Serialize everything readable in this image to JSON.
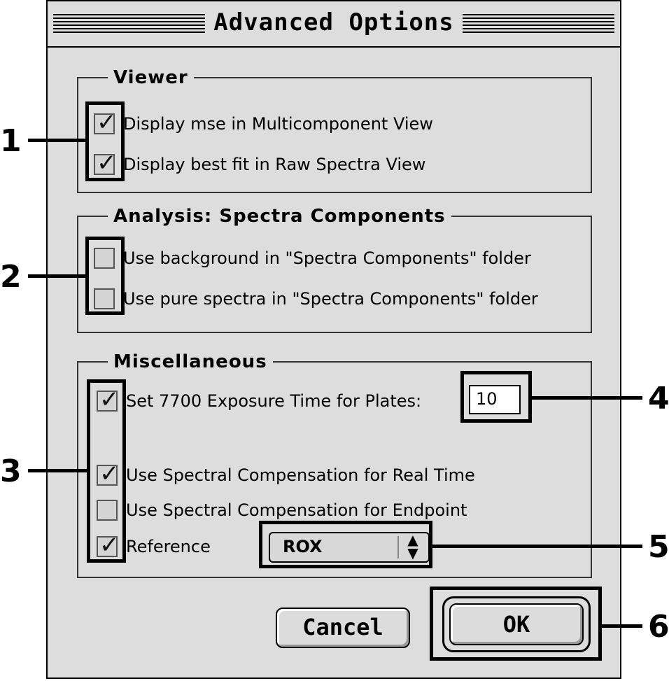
{
  "window": {
    "title": "Advanced Options"
  },
  "viewer": {
    "legend": "Viewer",
    "items": [
      {
        "label": "Display mse in Multicomponent View",
        "checked": true
      },
      {
        "label": "Display best fit in Raw Spectra View",
        "checked": true
      }
    ]
  },
  "analysis": {
    "legend": "Analysis: Spectra Components",
    "items": [
      {
        "label": "Use background in \"Spectra Components\" folder",
        "checked": false
      },
      {
        "label": "Use pure spectra in \"Spectra Components\" folder",
        "checked": false
      }
    ]
  },
  "misc": {
    "legend": "Miscellaneous",
    "exposure": {
      "label": "Set 7700 Exposure Time for Plates:",
      "checked": true,
      "value": "10"
    },
    "realtime": {
      "label": "Use Spectral Compensation for Real Time",
      "checked": true
    },
    "endpoint": {
      "label": "Use Spectral Compensation for Endpoint",
      "checked": false
    },
    "reference": {
      "label": "Reference",
      "checked": true,
      "selected": "ROX"
    }
  },
  "buttons": {
    "cancel": "Cancel",
    "ok": "OK"
  },
  "callouts": [
    "1",
    "2",
    "3",
    "4",
    "5",
    "6"
  ]
}
